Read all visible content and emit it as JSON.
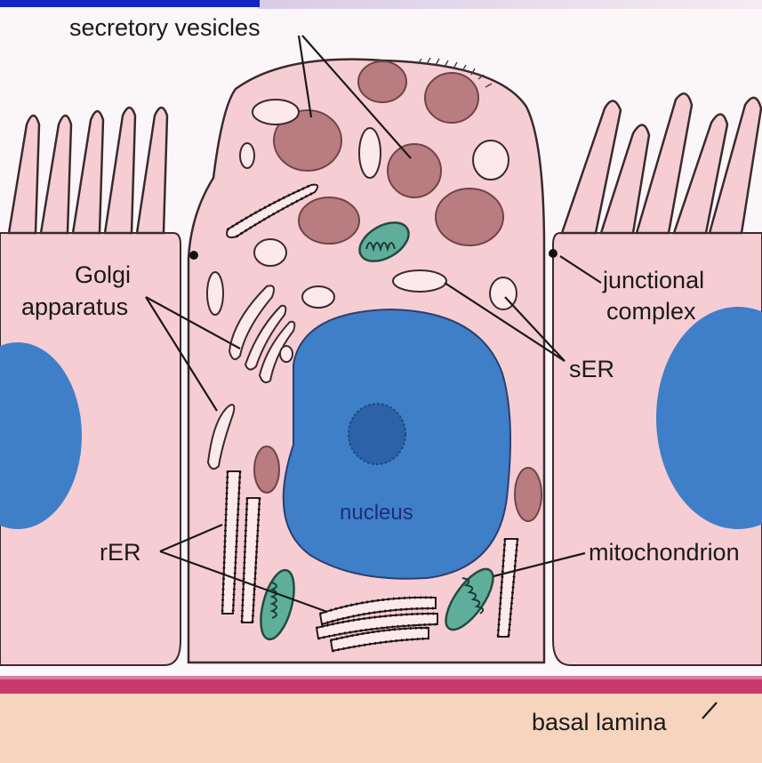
{
  "labels": {
    "secretory_vesicles": "secretory vesicles",
    "golgi_line1": "Golgi",
    "golgi_line2": "apparatus",
    "junctional_line1": "junctional",
    "junctional_line2": "complex",
    "ser": "sER",
    "nucleus": "nucleus",
    "rer": "rER",
    "mitochondrion": "mitochondrion",
    "basal_lamina": "basal lamina"
  },
  "colors": {
    "cytoplasm": "#f6cdd3",
    "nucleus": "#3f7fc8",
    "nucleolus": "#2c62a8",
    "vesicle": "#b97c80",
    "mitochondrion": "#5fae9a",
    "basal_lamina": "#c83a6b",
    "connective_tissue": "#f6d4bd",
    "header_bar": "#1226c4"
  }
}
